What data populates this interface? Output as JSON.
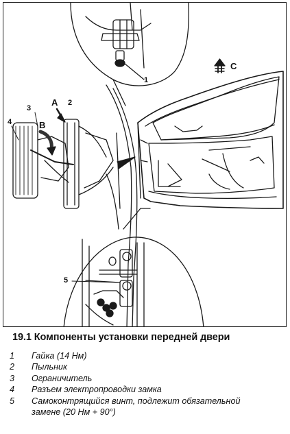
{
  "figure": {
    "callouts": {
      "n1": "1",
      "n2": "2",
      "n3": "3",
      "n4": "4",
      "n5": "5",
      "a": "A",
      "b": "B",
      "c": "C"
    }
  },
  "caption": "19.1 Компоненты установки передней двери",
  "legend": [
    {
      "num": "1",
      "text": "Гайка (14 Нм)"
    },
    {
      "num": "2",
      "text": "Пыльник"
    },
    {
      "num": "3",
      "text": "Ограничитель"
    },
    {
      "num": "4",
      "text": "Разъем электропроводки замка"
    },
    {
      "num": "5",
      "text": "Самоконтрящийся винт, подлежит обязательной"
    },
    {
      "num": "",
      "text": "замене (20 Нм + 90°)"
    }
  ]
}
